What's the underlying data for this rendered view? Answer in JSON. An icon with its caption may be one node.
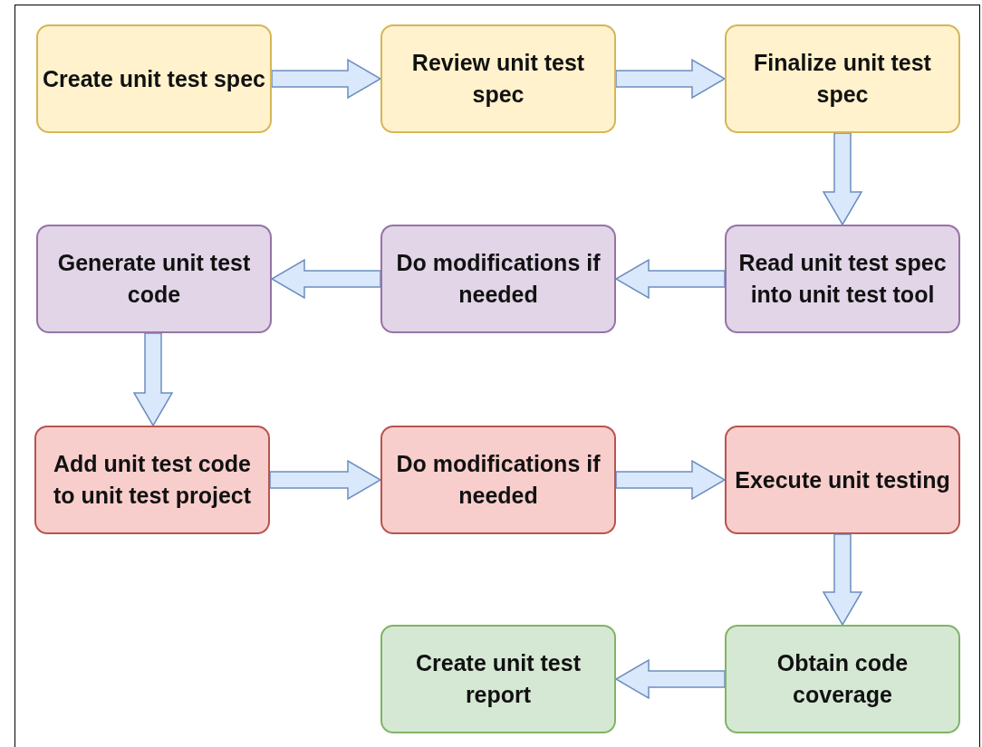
{
  "diagram": {
    "nodes": [
      {
        "text": [
          "Create unit test spec"
        ]
      },
      {
        "text": [
          "Review unit test spec"
        ]
      },
      {
        "text": [
          "Finalize unit test spec"
        ]
      },
      {
        "text": [
          "Read unit test spec into unit test tool"
        ]
      },
      {
        "text": [
          "Do modifications if needed"
        ]
      },
      {
        "text": [
          "Generate unit test code"
        ]
      },
      {
        "text": [
          "Add unit test code to unit test project"
        ]
      },
      {
        "text": [
          "Do modifications if needed"
        ]
      },
      {
        "text": [
          "Execute unit testing"
        ]
      },
      {
        "text": [
          "Obtain code coverage"
        ]
      },
      {
        "text": [
          "Create unit test report"
        ]
      }
    ],
    "edges": [
      {
        "from": 0,
        "to": 1,
        "arrow": "to"
      },
      {
        "from": 1,
        "to": 2,
        "arrow": "to"
      },
      {
        "from": 2,
        "to": 3,
        "arrow": "to"
      },
      {
        "from": 3,
        "to": 4,
        "arrow": "to"
      },
      {
        "from": 4,
        "to": 5,
        "arrow": "to"
      },
      {
        "from": 5,
        "to": 6,
        "arrow": "to"
      },
      {
        "from": 6,
        "to": 7,
        "arrow": "to"
      },
      {
        "from": 7,
        "to": 8,
        "arrow": "to"
      },
      {
        "from": 8,
        "to": 9,
        "arrow": "to"
      },
      {
        "from": 9,
        "to": 10,
        "arrow": "to"
      }
    ]
  }
}
